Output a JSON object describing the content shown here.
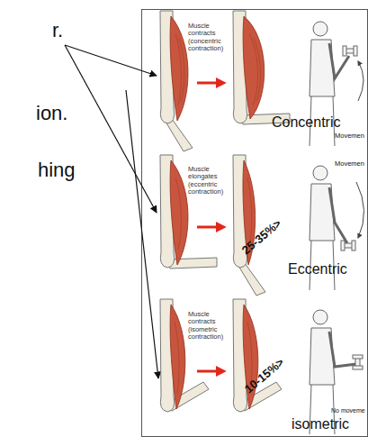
{
  "diagram": {
    "labels": [
      "r.",
      "ion.",
      "hing",
      "Muscle contracts (concentric contraction)",
      "Movemen",
      "Concentric",
      "Muscle elongates (eccentric contraction)",
      "Movemen",
      "25-35%>",
      "Eccentric",
      "Muscle contracts (isometric contraction)",
      "10-15%>",
      "No moveme",
      "isometric"
    ]
  }
}
